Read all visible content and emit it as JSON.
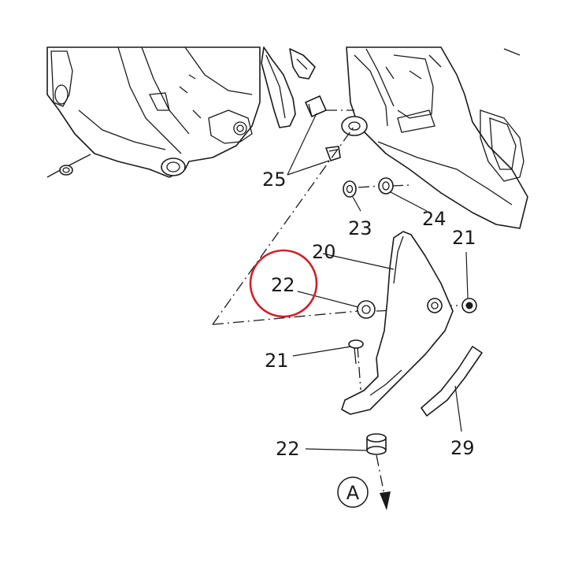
{
  "colors": {
    "line": "#1a1a1a",
    "background": "#ffffff",
    "highlight_circle": "#d0202a"
  },
  "callouts": {
    "c25": "25",
    "c23": "23",
    "c24": "24",
    "c20": "20",
    "c21_top": "21",
    "c22_circled": "22",
    "c21_mid": "21",
    "c22_bottom": "22",
    "c29": "29",
    "view_a": "A"
  },
  "highlight": {
    "target_callout": "22"
  }
}
